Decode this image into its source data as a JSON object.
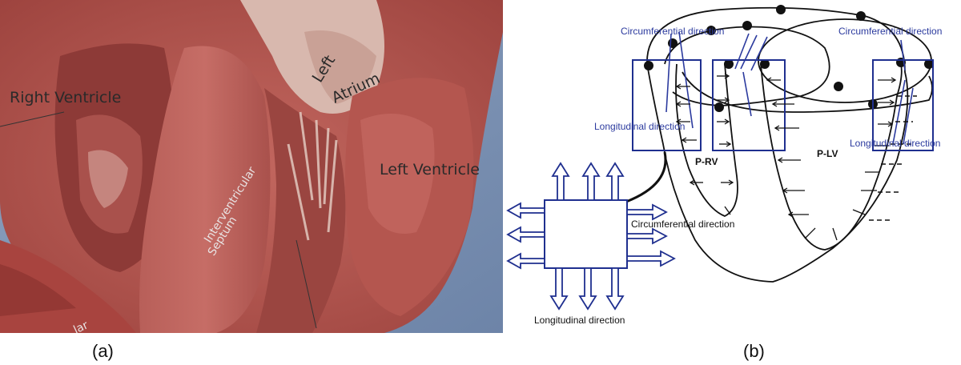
{
  "panel_a": {
    "caption": "(a)",
    "labels": {
      "right_ventricle": "Right Ventricle",
      "left_atrium_line1": "Left",
      "left_atrium_line2": "Atrium",
      "left_ventricle": "Left Ventricle",
      "septum_line1": "Interventricular",
      "septum_line2": "Septum",
      "partial_text": "lar"
    }
  },
  "panel_b": {
    "caption": "(b)",
    "labels": {
      "circumferential_left": "Circumferential direction",
      "circumferential_right": "Circumferential direction",
      "longitudinal_left": "Longitudinal direction",
      "longitudinal_right": "Longitudinal direction",
      "p_rv": "P-RV",
      "p_lv": "P-LV",
      "element_circumferential": "Circumferential direction",
      "element_longitudinal": "Longitudinal direction"
    }
  },
  "colors": {
    "diagram_blue": "#1f2f8f",
    "label_blue": "#2b3a9e",
    "tissue": "#b5564f",
    "background_blue": "#7f95b5"
  }
}
